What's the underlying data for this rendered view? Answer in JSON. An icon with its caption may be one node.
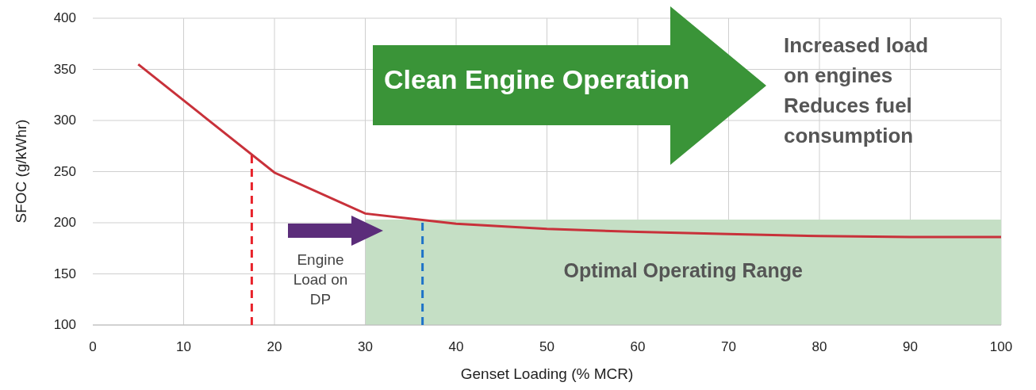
{
  "diagram": {
    "nodes": [
      {
        "text": [
          "Clean Engine Operation"
        ]
      },
      {
        "text": [
          "Optimal Operating Range"
        ]
      }
    ],
    "labels": [
      "Increased load on engines",
      "Reduces fuel consumption",
      "Engine Load on DP"
    ],
    "chart_data": {
      "type": "line",
      "xlabel": "Genset Loading (% MCR)",
      "ylabel": "SFOC (g/kWhr)",
      "x": [
        5,
        20,
        30,
        40,
        50,
        60,
        70,
        80,
        90,
        100
      ],
      "series": [
        {
          "color": "#c8313a",
          "values": [
            355,
            249,
            209,
            199,
            194,
            191,
            189,
            187,
            186,
            186
          ]
        }
      ],
      "xlim": [
        0,
        100
      ],
      "ylim": [
        100,
        400
      ],
      "xticks": [
        0,
        10,
        20,
        30,
        40,
        50,
        60,
        70,
        80,
        90,
        100
      ],
      "yticks": [
        100,
        150,
        200,
        250,
        300,
        350,
        400
      ],
      "grid": true,
      "ref_lines": [
        {
          "axis": "x",
          "value": 17.5,
          "color": "#e8222a"
        },
        {
          "axis": "x",
          "value": 36.3,
          "color": "#1e73c8"
        }
      ],
      "bands": [
        {
          "axis": "x",
          "from": 30,
          "to": 100,
          "color": "#c5dfc5"
        }
      ]
    }
  }
}
